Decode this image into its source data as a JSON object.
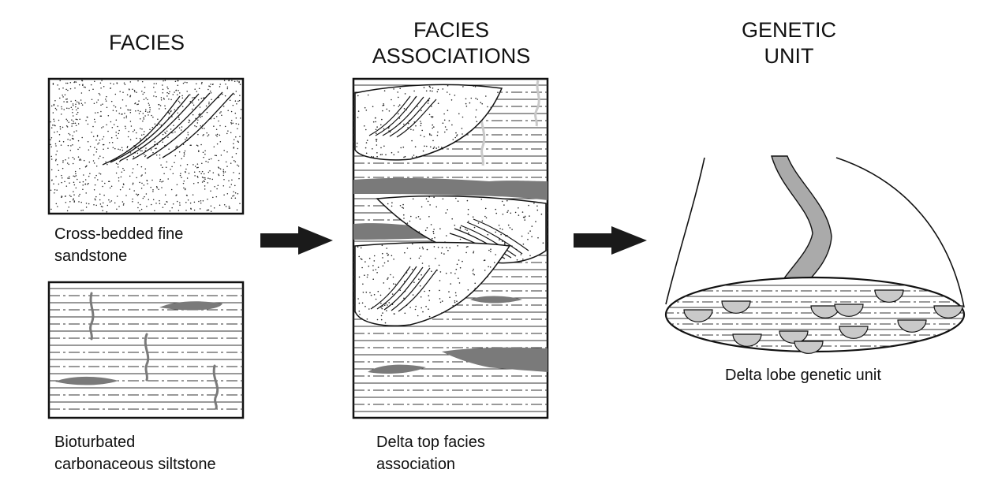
{
  "headings": {
    "facies": "FACIES",
    "facies_associations": [
      "FACIES",
      "ASSOCIATIONS"
    ],
    "genetic_unit": [
      "GENETIC",
      "UNIT"
    ]
  },
  "captions": {
    "sandstone": [
      "Cross-bedded fine",
      "sandstone"
    ],
    "siltstone": [
      "Bioturbated",
      "carbonaceous siltstone"
    ],
    "delta_top": [
      "Delta top facies",
      "association"
    ],
    "delta_lobe": "Delta lobe genetic unit"
  },
  "colors": {
    "ink": "#111111",
    "mud_grey": "#7a7a7a",
    "pale_grey": "#c9c9c9",
    "arrow": "#1a1a1a"
  }
}
